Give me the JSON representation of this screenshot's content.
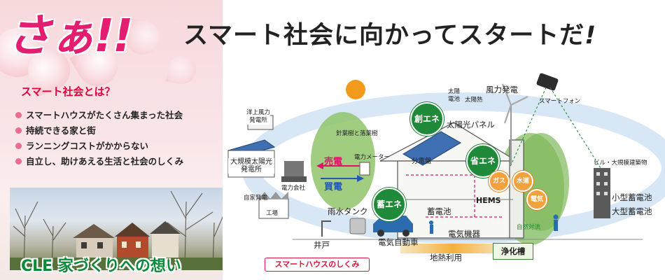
{
  "hero": {
    "greeting": "さぁ!!",
    "headline_main": "スマート社会に向かってスタートだ",
    "headline_bang": "!"
  },
  "intro": {
    "question": "スマート社会とは？",
    "bullets": [
      "スマートハウスがたくさん集まった社会",
      "持続できる家と街",
      "ランニングコストがかからない",
      "自立し、助けあえる生活と社会のしくみ"
    ]
  },
  "brand": {
    "caption": "CLE 家づくりへの想い"
  },
  "diagram": {
    "offshore_wind": "洋上風力\n発電所",
    "large_solar": "大規模太陽光\n発電所",
    "power_company": "電力会社",
    "private_gen": "自家発電",
    "factory": "工場",
    "well": "井戸",
    "trees": "針葉樹と落葉樹",
    "meter": "電力メーター",
    "sell": "売電",
    "buy": "買電",
    "rain_tank": "雨水タンク",
    "ev": "電気自動車",
    "distribution_board": "分電盤",
    "storage_battery": "蓄電池",
    "hems": "HEMS",
    "appliances": "電気機器",
    "geothermal": "地熱利用",
    "septic": "浄化槽",
    "natural_ventilation": "自然対流",
    "solar_panel": "太陽光パネル",
    "solar_cell": "太陽\n電池",
    "solar_heat": "太陽熱",
    "wind_power": "風力発電",
    "smartphone": "スマートフォン",
    "building_storage": "ビル・大規模建築物",
    "small_storage": "小型蓄電池",
    "large_storage": "大型蓄電池",
    "create_energy": "創エネ",
    "save_energy": "省エネ",
    "store_energy": "蓄エネ",
    "gas": "ガス",
    "water": "水道",
    "electricity": "電気",
    "system_badge": "スマートハウスのしくみ"
  },
  "colors": {
    "accent_pink": "#e31d6f",
    "accent_red": "#d9153d",
    "eco_green": "#1e8a3a",
    "utility_orange": "#f1a13e"
  }
}
